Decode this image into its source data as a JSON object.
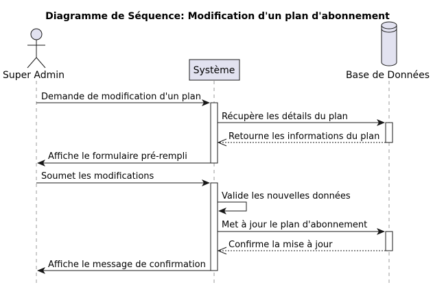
{
  "diagram": {
    "title": "Diagramme de Séquence: Modification d'un plan d'abonnement",
    "participants": [
      {
        "id": "admin",
        "label": "Super Admin",
        "kind": "actor"
      },
      {
        "id": "system",
        "label": "Système",
        "kind": "participant"
      },
      {
        "id": "db",
        "label": "Base de Données",
        "kind": "database"
      }
    ],
    "messages": [
      {
        "from": "admin",
        "to": "system",
        "label": "Demande de modification d'un plan",
        "style": "solid"
      },
      {
        "from": "system",
        "to": "db",
        "label": "Récupère les détails du plan",
        "style": "solid"
      },
      {
        "from": "db",
        "to": "system",
        "label": "Retourne les informations du plan",
        "style": "dashed"
      },
      {
        "from": "system",
        "to": "admin",
        "label": "Affiche le formulaire pré-rempli",
        "style": "solid"
      },
      {
        "from": "admin",
        "to": "system",
        "label": "Soumet les modifications",
        "style": "solid"
      },
      {
        "from": "system",
        "to": "system",
        "label": "Valide les nouvelles données",
        "style": "solid"
      },
      {
        "from": "system",
        "to": "db",
        "label": "Met à jour le plan d'abonnement",
        "style": "solid"
      },
      {
        "from": "db",
        "to": "system",
        "label": "Confirme la mise à jour",
        "style": "dashed"
      },
      {
        "from": "system",
        "to": "admin",
        "label": "Affiche le message de confirmation",
        "style": "solid"
      }
    ],
    "colors": {
      "participant_fill": "#e2e2f0",
      "participant_stroke": "#181818",
      "lifeline": "#999999",
      "arrow": "#181818",
      "activation_fill": "#ffffff"
    }
  }
}
